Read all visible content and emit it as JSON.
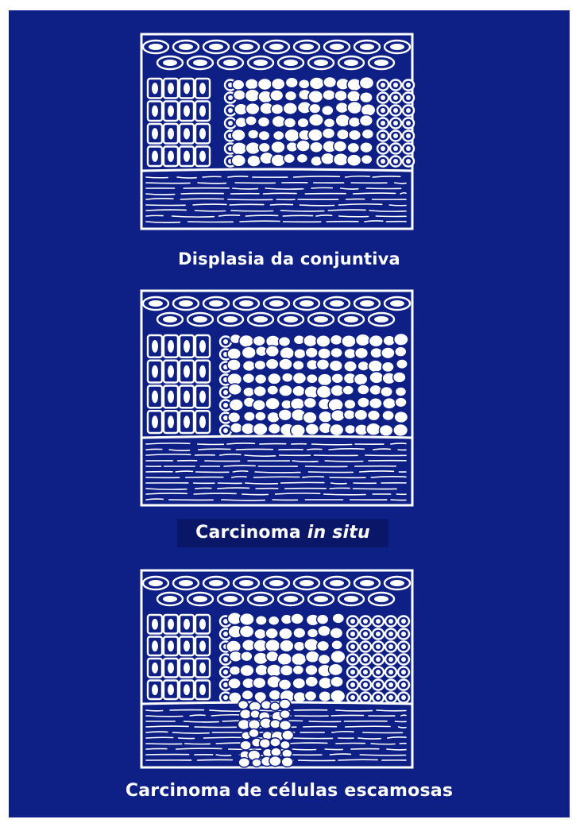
{
  "colors": {
    "background": "#0e1f86",
    "lines": "#ffffff",
    "caption_box": "#0a1668"
  },
  "panels": [
    {
      "caption": "Displasia da conjuntiva",
      "stage": "dysplasia"
    },
    {
      "caption_prefix": "Carcinoma ",
      "caption_italic": "in situ",
      "stage": "in-situ"
    },
    {
      "caption": "Carcinoma de células escamosas",
      "stage": "invasive"
    }
  ]
}
